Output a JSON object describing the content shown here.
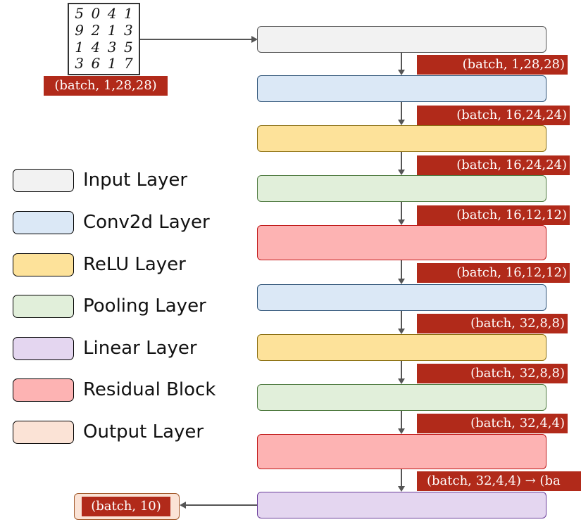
{
  "input_image": {
    "digits": [
      "5",
      "0",
      "4",
      "1",
      "9",
      "2",
      "1",
      "3",
      "1",
      "4",
      "3",
      "5",
      "3",
      "6",
      "1",
      "7"
    ]
  },
  "input_shape": "(batch, 1,28,28)",
  "legend": [
    {
      "label": "Input Layer",
      "key": "input",
      "fill": "#f2f2f2",
      "border": "#555555"
    },
    {
      "label": "Conv2d Layer",
      "key": "conv",
      "fill": "#dbe8f6",
      "border": "#2f5478"
    },
    {
      "label": "ReLU Layer",
      "key": "relu",
      "fill": "#fde29a",
      "border": "#8a6e10"
    },
    {
      "label": "Pooling Layer",
      "key": "pool",
      "fill": "#e1efda",
      "border": "#4f7a40"
    },
    {
      "label": "Linear Layer",
      "key": "linear",
      "fill": "#e4d6f0",
      "border": "#6a3d9a"
    },
    {
      "label": "Residual Block",
      "key": "res",
      "fill": "#fdb3b3",
      "border": "#c01818"
    },
    {
      "label": "Output Layer",
      "key": "output",
      "fill": "#fbe3d6",
      "border": "#a35a2c"
    }
  ],
  "pipeline": [
    {
      "layer": "input"
    },
    {
      "layer": "conv",
      "shape_in": "(batch, 1,28,28)"
    },
    {
      "layer": "relu",
      "shape_in": "(batch, 16,24,24)"
    },
    {
      "layer": "pool",
      "shape_in": "(batch, 16,24,24)"
    },
    {
      "layer": "res",
      "shape_in": "(batch, 16,12,12)"
    },
    {
      "layer": "conv",
      "shape_in": "(batch, 16,12,12)"
    },
    {
      "layer": "relu",
      "shape_in": "(batch, 32,8,8)"
    },
    {
      "layer": "pool",
      "shape_in": "(batch, 32,8,8)"
    },
    {
      "layer": "res",
      "shape_in": "(batch, 32,4,4)"
    },
    {
      "layer": "linear",
      "shape_in": "(batch, 32,4,4) → (ba"
    }
  ],
  "output_shape": "(batch, 10)",
  "colors": {
    "shape_label_bg": "#b12a1a",
    "connector": "#555555"
  }
}
